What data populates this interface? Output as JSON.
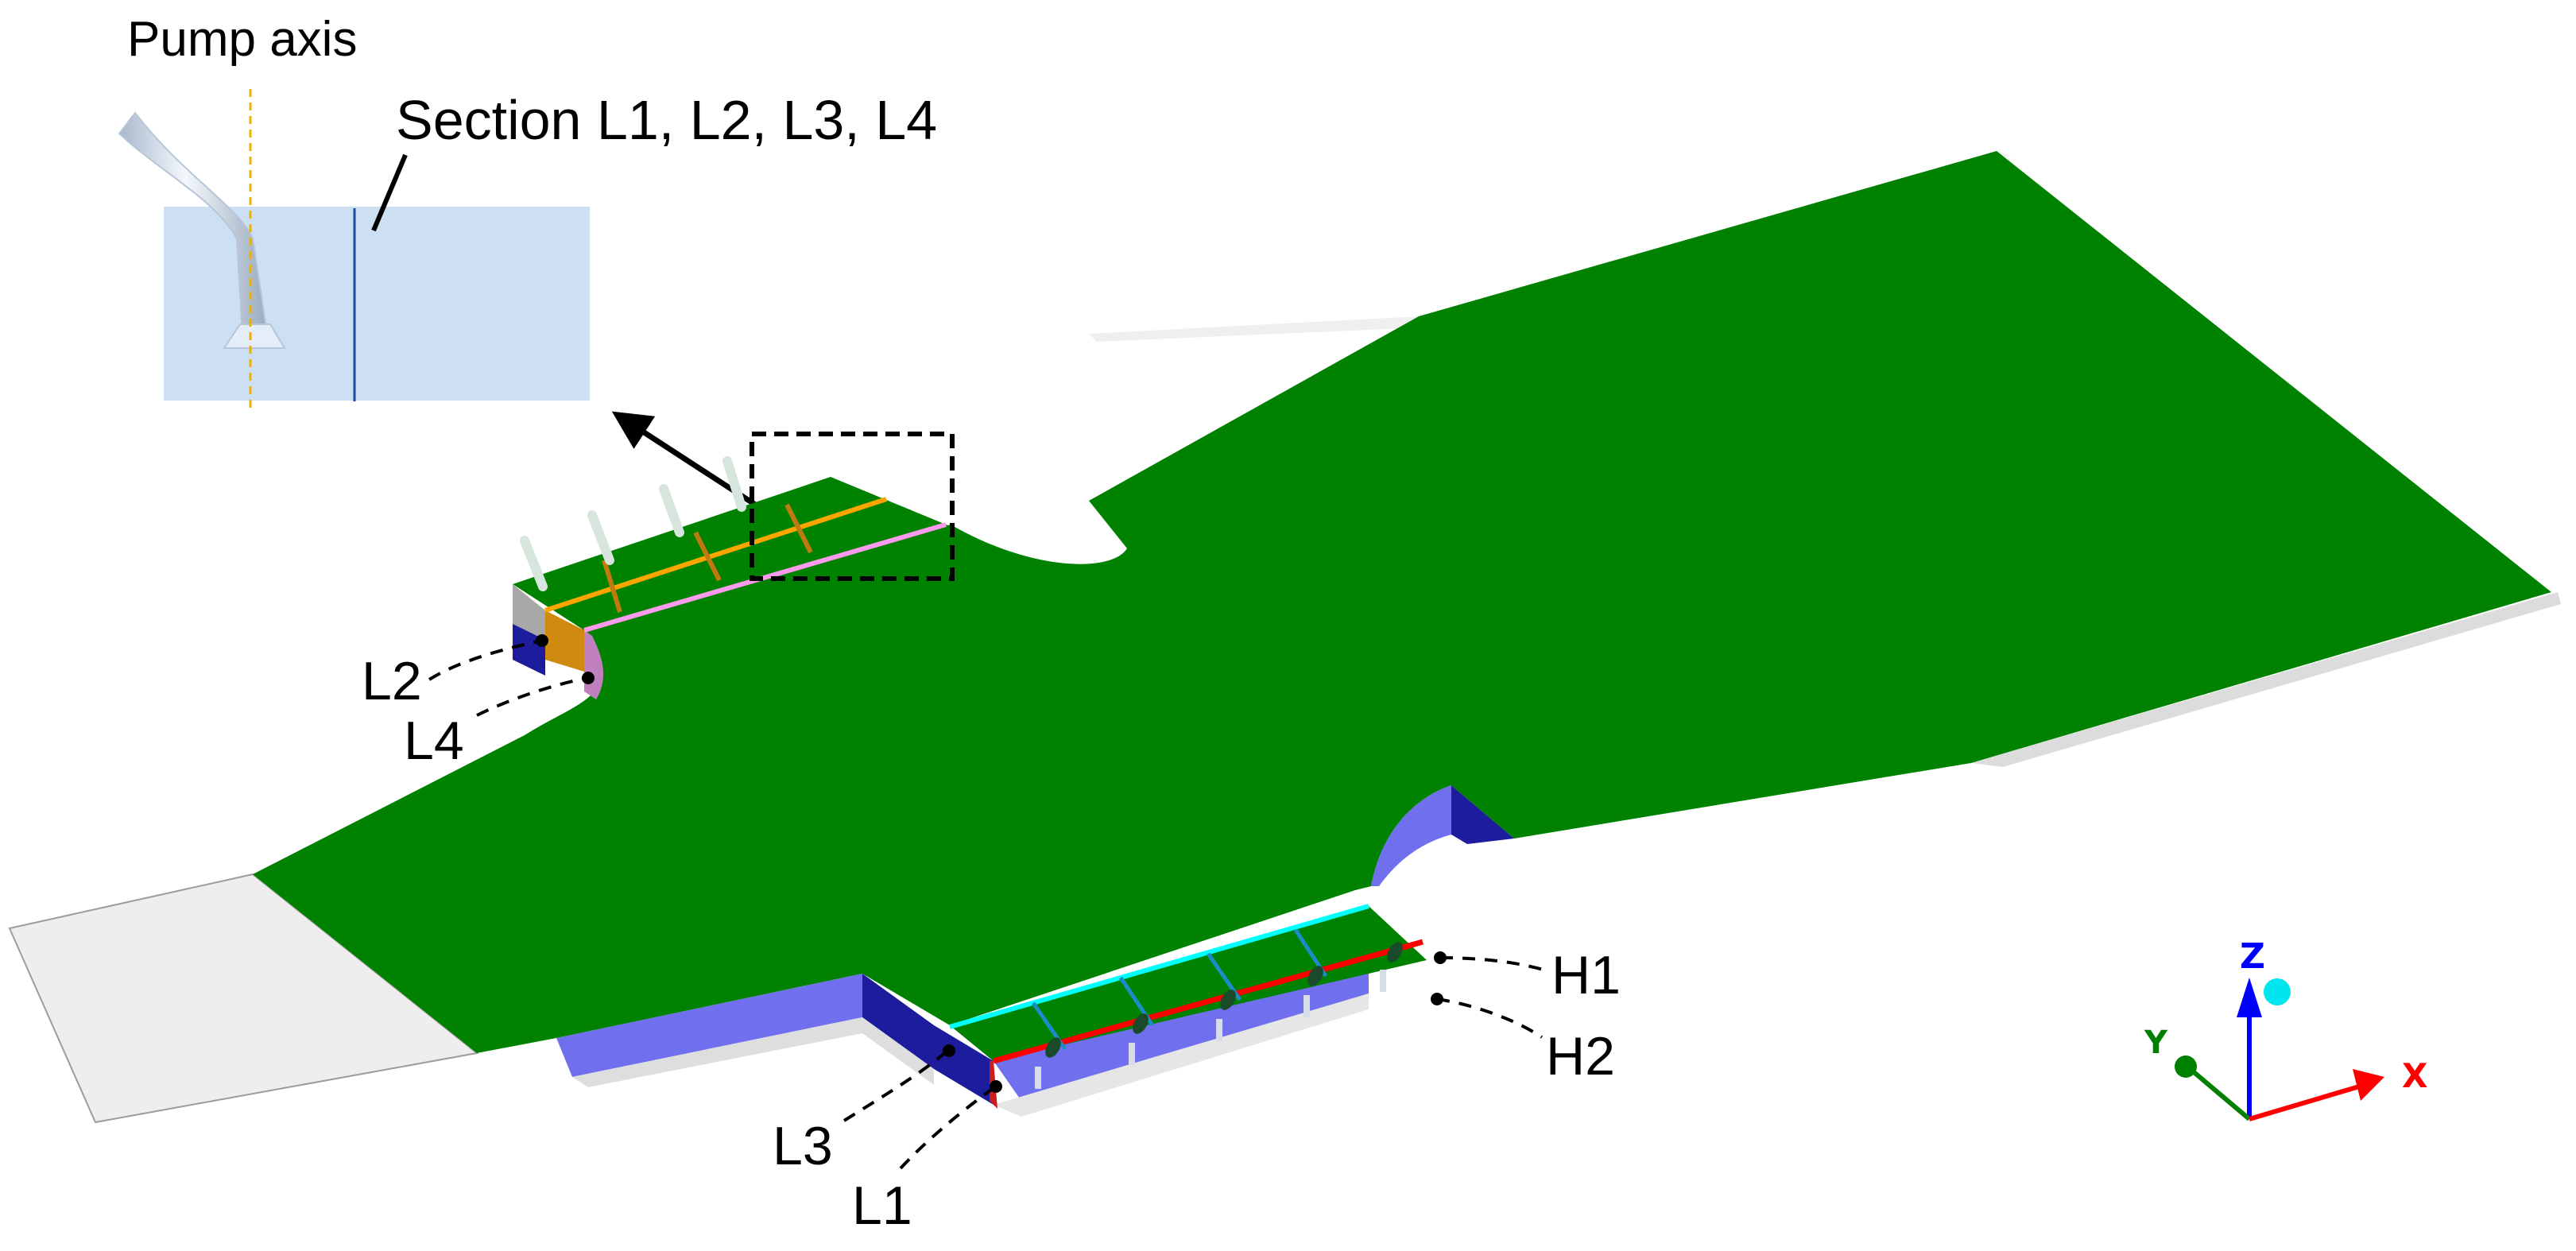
{
  "figure": {
    "inset": {
      "pump_axis_label": "Pump axis",
      "section_label": "Section L1, L2, L3, L4"
    },
    "labels": {
      "L1": "L1",
      "L2": "L2",
      "L3": "L3",
      "L4": "L4",
      "H1": "H1",
      "H2": "H2"
    },
    "triad": {
      "x_label": "X",
      "y_label": "Y",
      "z_label": "Z",
      "x_color": "#ff0000",
      "y_color": "#008000",
      "z_color": "#0000ff",
      "sphere_color": "#00e5ee"
    },
    "colors": {
      "floor_green": "#008200",
      "wall_blue_light": "#7070ee",
      "wall_blue_dark": "#1c1c9c",
      "wall_grey": "#e8e8e8",
      "section_L1_red": "#ff0000",
      "section_L2_orange": "#ffa500",
      "section_L3_cyan": "#00ffff",
      "section_L4_pink": "#ff9aee",
      "inset_fill": "#cddff3",
      "pump_axis_dash": "#f0b000",
      "section_line": "#1a4fa0"
    }
  }
}
